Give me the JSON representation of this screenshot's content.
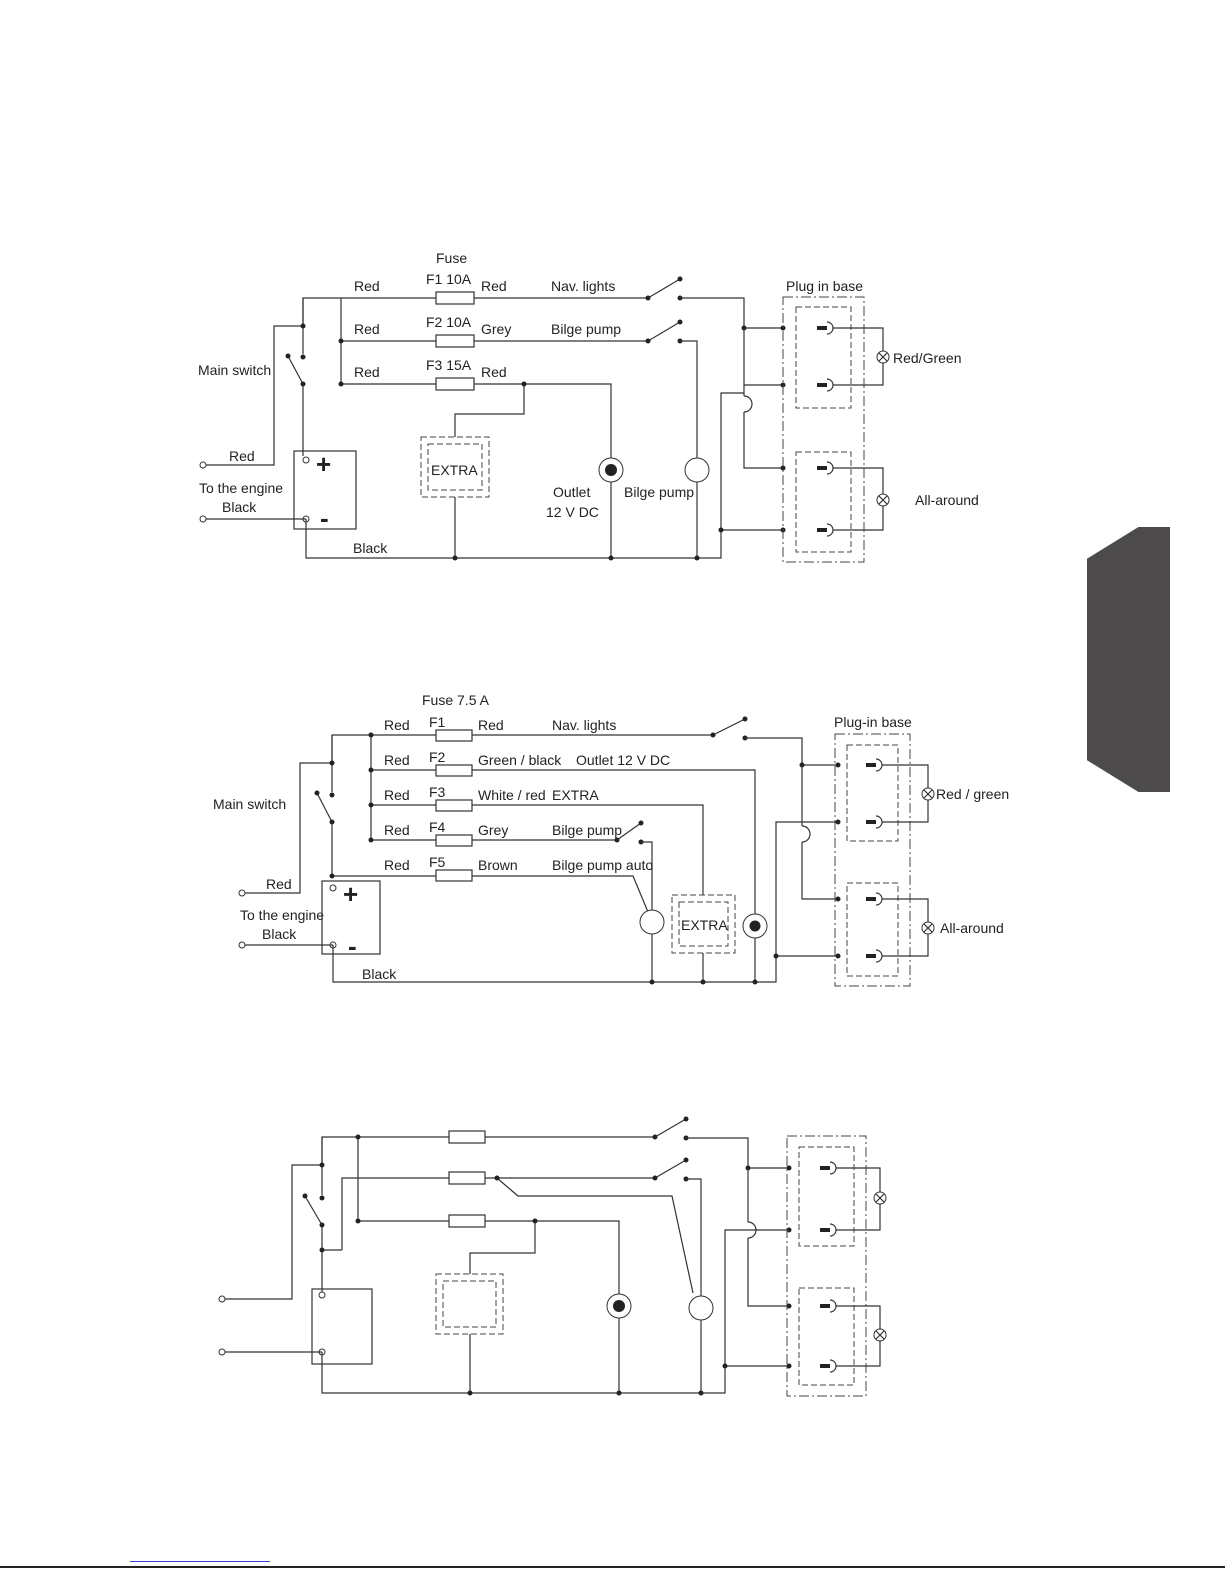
{
  "diagram1": {
    "fuse_title": "Fuse",
    "fuses": [
      "F1 10A",
      "F2 10A",
      "F3 15A"
    ],
    "wire_in": [
      "Red",
      "Red",
      "Red"
    ],
    "wire_out": [
      "Red",
      "Grey",
      "Red"
    ],
    "circuits": [
      "Nav. lights",
      "Bilge pump"
    ],
    "main_switch": "Main switch",
    "battery_red": "Red",
    "to_engine": "To the engine",
    "battery_black": "Black",
    "ground_black": "Black",
    "extra": "EXTRA",
    "outlet_line1": "Outlet",
    "outlet_line2": "12 V DC",
    "bilge_pump": "Bilge pump",
    "plug_base": "Plug in base",
    "lamp_top": "Red/Green",
    "lamp_bottom": "All-around",
    "plus": "+",
    "minus": "-"
  },
  "diagram2": {
    "fuse_title": "Fuse 7.5 A",
    "fuses": [
      "F1",
      "F2",
      "F3",
      "F4",
      "F5"
    ],
    "wire_in": [
      "Red",
      "Red",
      "Red",
      "Red",
      "Red"
    ],
    "wire_out": [
      "Red",
      "Green / black",
      "White / red",
      "Grey",
      "Brown"
    ],
    "circuits": [
      "Nav. lights",
      "Outlet 12 V DC",
      "EXTRA",
      "Bilge pump",
      "Bilge pump auto"
    ],
    "main_switch": "Main switch",
    "battery_red": "Red",
    "to_engine": "To the engine",
    "battery_black": "Black",
    "ground_black": "Black",
    "extra": "EXTRA",
    "plug_base": "Plug-in base",
    "lamp_top": "Red / green",
    "lamp_bottom": "All-around",
    "plus": "+",
    "minus": "-"
  },
  "colors": {
    "tab": "#4d4a4b",
    "footer_link": "#3344cc"
  }
}
